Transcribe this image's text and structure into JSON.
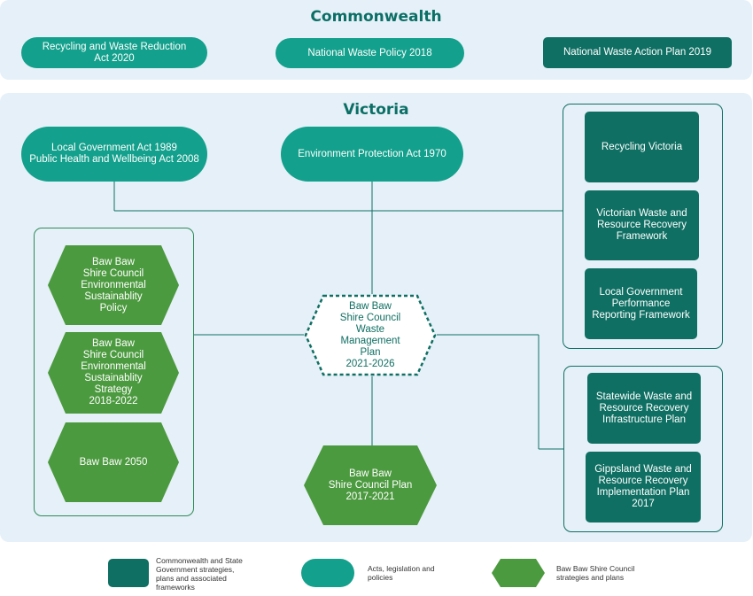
{
  "commonwealth": {
    "title": "Commonwealth",
    "items": [
      "Recycling and Waste Reduction\nAct 2020",
      "National Waste Policy 2018",
      "National Waste Action Plan 2019"
    ]
  },
  "victoria": {
    "title": "Victoria",
    "acts": [
      "Local Government Act 1989\nPublic Health and Wellbeing Act 2008",
      "Environment Protection Act 1970"
    ],
    "frameworks": [
      "Recycling Victoria",
      "Victorian Waste and\nResource Recovery\nFramework",
      "Local Government\nPerformance\nReporting Framework"
    ],
    "plans": [
      "Statewide Waste and\nResource Recovery\nInfrastructure Plan",
      "Gippsland Waste and\nResource Recovery\nImplementation Plan\n2017"
    ],
    "council": [
      "Baw Baw\nShire Council\nEnvironmental\nSustainablity\nPolicy",
      "Baw Baw\nShire Council\nEnvironmental\nSustainablity\nStrategy\n2018-2022",
      "Baw Baw 2050"
    ],
    "center": "Baw Baw\nShire Council\nWaste\nManagement\nPlan\n2021-2026",
    "council_plan": "Baw Baw\nShire Council Plan\n2017-2021"
  },
  "legend": [
    "Commonwealth and State\nGovernment strategies,\nplans and associated\nframeworks",
    "Acts, legislation and\npolicies",
    "Baw Baw Shire Council\nstrategies and plans"
  ],
  "colors": {
    "dark_teal": "#0f6f63",
    "teal": "#13a08c",
    "green": "#4c9a3f",
    "panel": "#e6f0f8"
  }
}
